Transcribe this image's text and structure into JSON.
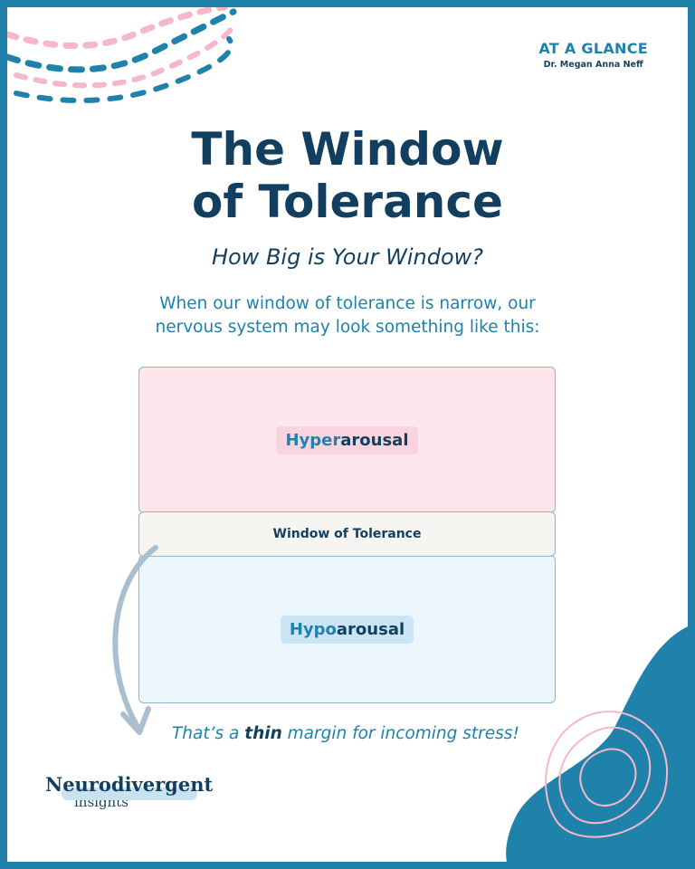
{
  "header": {
    "tag": "AT A GLANCE",
    "author": "Dr. Megan Anna Neff"
  },
  "title": {
    "line1": "The Window",
    "line2": "of Tolerance"
  },
  "subtitle": "How Big is Your Window?",
  "intro": {
    "line1": "When our window of tolerance is narrow, our",
    "line2": "nervous system may look something like this:"
  },
  "diagram": {
    "hyperarousal": {
      "prefix": "Hyper",
      "suffix": "arousal"
    },
    "window": "Window of Tolerance",
    "hypoarousal": {
      "prefix": "Hypo",
      "suffix": "arousal"
    }
  },
  "caption": {
    "before": "That’s a ",
    "emphasis": "thin",
    "after": " margin for incoming stress!"
  },
  "logo": {
    "line1": "Neurodivergent",
    "line2": "insights"
  },
  "colors": {
    "brand_blue": "#1f82ab",
    "navy": "#123f5f",
    "hyper_fill": "#fde6ec",
    "window_fill": "#f6f5f2",
    "hypo_fill": "#ecf6fd",
    "accent_pink": "#f5b8c9"
  }
}
